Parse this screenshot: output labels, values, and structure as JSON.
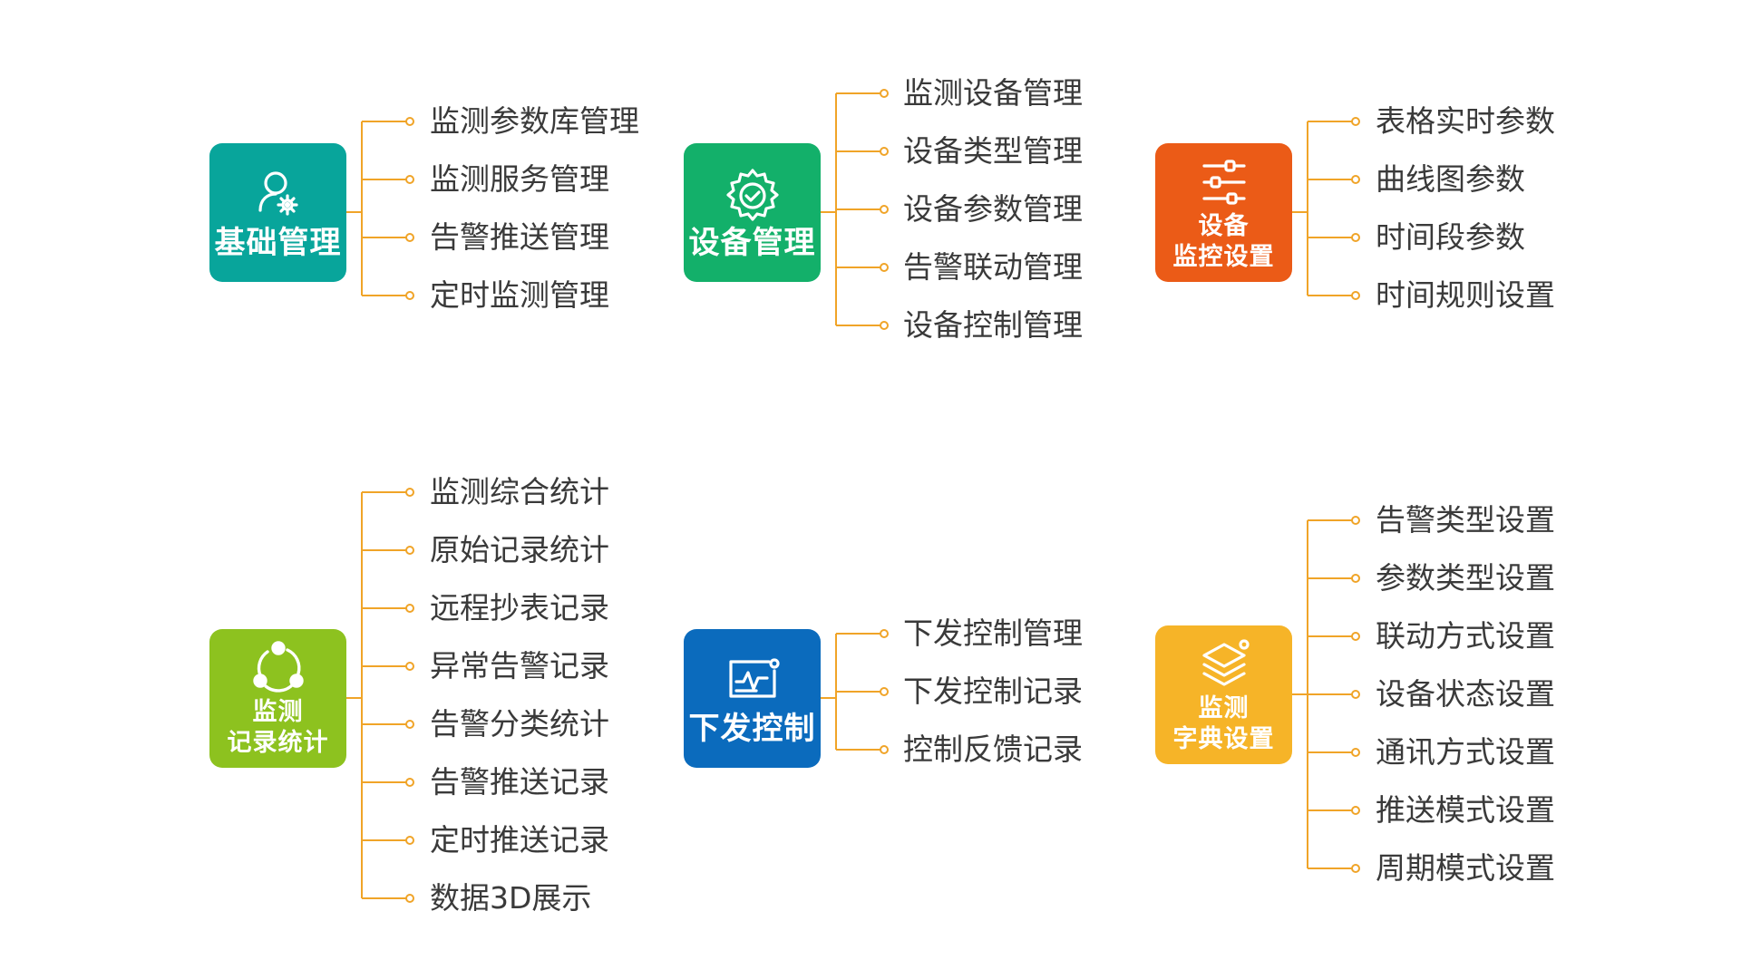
{
  "line_color": "#f0a428",
  "text_color": "#3a3a3a",
  "groups": [
    {
      "id": "basic",
      "title_lines": [
        "基础管理"
      ],
      "color": "#08a59b",
      "icon": "user-gear-icon",
      "items": [
        "监测参数库管理",
        "监测服务管理",
        "告警推送管理",
        "定时监测管理"
      ]
    },
    {
      "id": "device",
      "title_lines": [
        "设备管理"
      ],
      "color": "#13b06a",
      "icon": "gear-check-icon",
      "items": [
        "监测设备管理",
        "设备类型管理",
        "设备参数管理",
        "告警联动管理",
        "设备控制管理"
      ]
    },
    {
      "id": "monitor",
      "title_lines": [
        "设备",
        "监控设置"
      ],
      "color": "#eb5b17",
      "icon": "sliders-icon",
      "items": [
        "表格实时参数",
        "曲线图参数",
        "时间段参数",
        "时间规则设置"
      ]
    },
    {
      "id": "records",
      "title_lines": [
        "监测",
        "记录统计"
      ],
      "color": "#8dc21f",
      "icon": "share-cycle-icon",
      "items": [
        "监测综合统计",
        "原始记录统计",
        "远程抄表记录",
        "异常告警记录",
        "告警分类统计",
        "告警推送记录",
        "定时推送记录",
        "数据3D展示"
      ]
    },
    {
      "id": "control",
      "title_lines": [
        "下发控制"
      ],
      "color": "#0b6bbd",
      "icon": "monitor-chart-icon",
      "items": [
        "下发控制管理",
        "下发控制记录",
        "控制反馈记录"
      ]
    },
    {
      "id": "dict",
      "title_lines": [
        "监测",
        "字典设置"
      ],
      "color": "#f6b428",
      "icon": "layers-icon",
      "items": [
        "告警类型设置",
        "参数类型设置",
        "联动方式设置",
        "设备状态设置",
        "通讯方式设置",
        "推送模式设置",
        "周期模式设置"
      ]
    }
  ]
}
